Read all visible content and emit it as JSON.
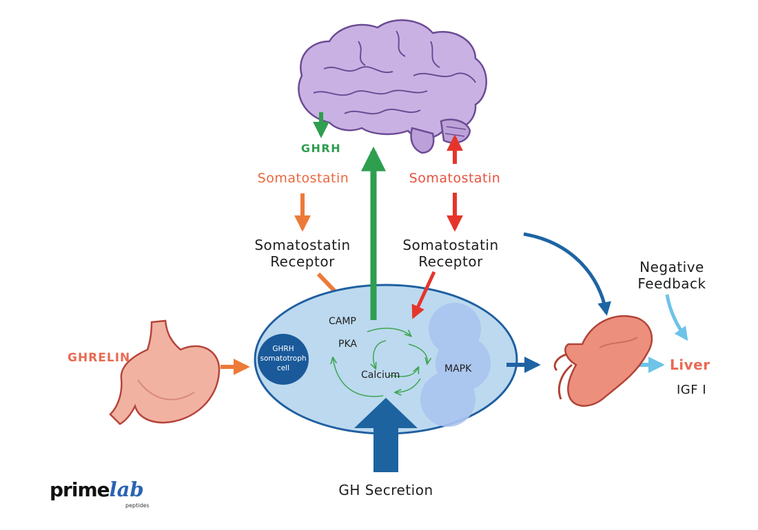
{
  "labels": {
    "ghrh": "GHRH",
    "somatostatin_left": "Somatostatin",
    "somatostatin_right": "Somatostatin",
    "receptor_left": "Somatostatin\nReceptor",
    "receptor_right": "Somatostatin\nReceptor",
    "camp": "CAMP",
    "pka": "PKA",
    "calcium": "Calcium",
    "mapk": "MAPK",
    "cell": "GHRH\nsomatotroph\ncell",
    "ghrelin": "GHRELIN",
    "negative_feedback": "Negative\nFeedback",
    "liver": "Liver",
    "igf": "IGF I",
    "gh_secretion": "GH Secretion"
  },
  "logo": {
    "prime": "prime",
    "lab": "lab",
    "sub": "peptides"
  },
  "colors": {
    "green": "#2e9e4f",
    "orange": "#ec7a38",
    "red": "#e5352b",
    "dark_blue": "#1e64a3",
    "light_blue": "#6ec3e8",
    "cell_fill": "#bcd9ef",
    "cell_border": "#1f5fa0",
    "brain": "#c9b2e3"
  }
}
